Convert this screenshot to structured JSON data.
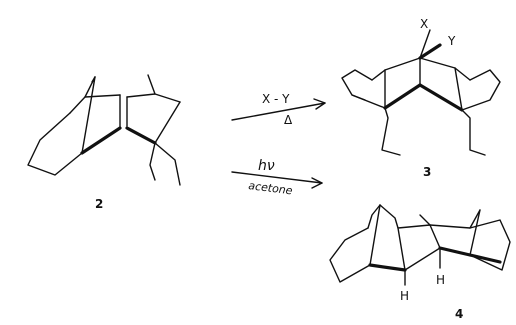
{
  "compounds": [
    {
      "id": "2",
      "label": "2"
    },
    {
      "id": "3",
      "label": "3",
      "substituents": [
        "X",
        "Y"
      ]
    },
    {
      "id": "4",
      "label": "4",
      "hydrogens": [
        "H",
        "H"
      ]
    }
  ],
  "arrows": [
    {
      "reagent": "X - Y",
      "condition": "Δ",
      "product": "3"
    },
    {
      "reagent": "hν",
      "condition": "acetone",
      "product": "4"
    }
  ]
}
